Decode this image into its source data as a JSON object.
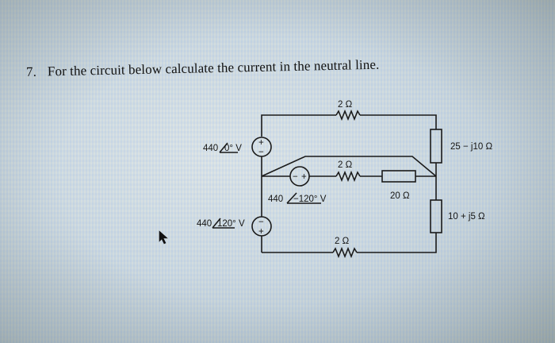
{
  "question": {
    "number": "7.",
    "text": "For the circuit below calculate the current in the neutral line."
  },
  "circuit": {
    "sources": [
      {
        "id": "source-a",
        "label_mag": "440",
        "label_angle": "0° V",
        "polarity_top": "+",
        "polarity_bottom": "−"
      },
      {
        "id": "source-b",
        "label_mag": "440",
        "label_angle": "−120° V",
        "polarity_left": "−",
        "polarity_right": "+"
      },
      {
        "id": "source-c",
        "label_mag": "440",
        "label_angle": "120° V",
        "polarity_top": "−",
        "polarity_bottom": "+"
      }
    ],
    "line_resistors": [
      {
        "id": "top-line-resistor",
        "label": "2 Ω"
      },
      {
        "id": "middle-line-resistor",
        "label": "2 Ω"
      },
      {
        "id": "bottom-line-resistor",
        "label": "2 Ω"
      }
    ],
    "loads": [
      {
        "id": "load-top",
        "label": "25 − j10 Ω"
      },
      {
        "id": "load-middle",
        "label": "20 Ω"
      },
      {
        "id": "load-bottom",
        "label": "10 + j5 Ω"
      }
    ]
  },
  "colors": {
    "ink": "#1a1a1a",
    "screen_bg": "#d3dde3"
  }
}
